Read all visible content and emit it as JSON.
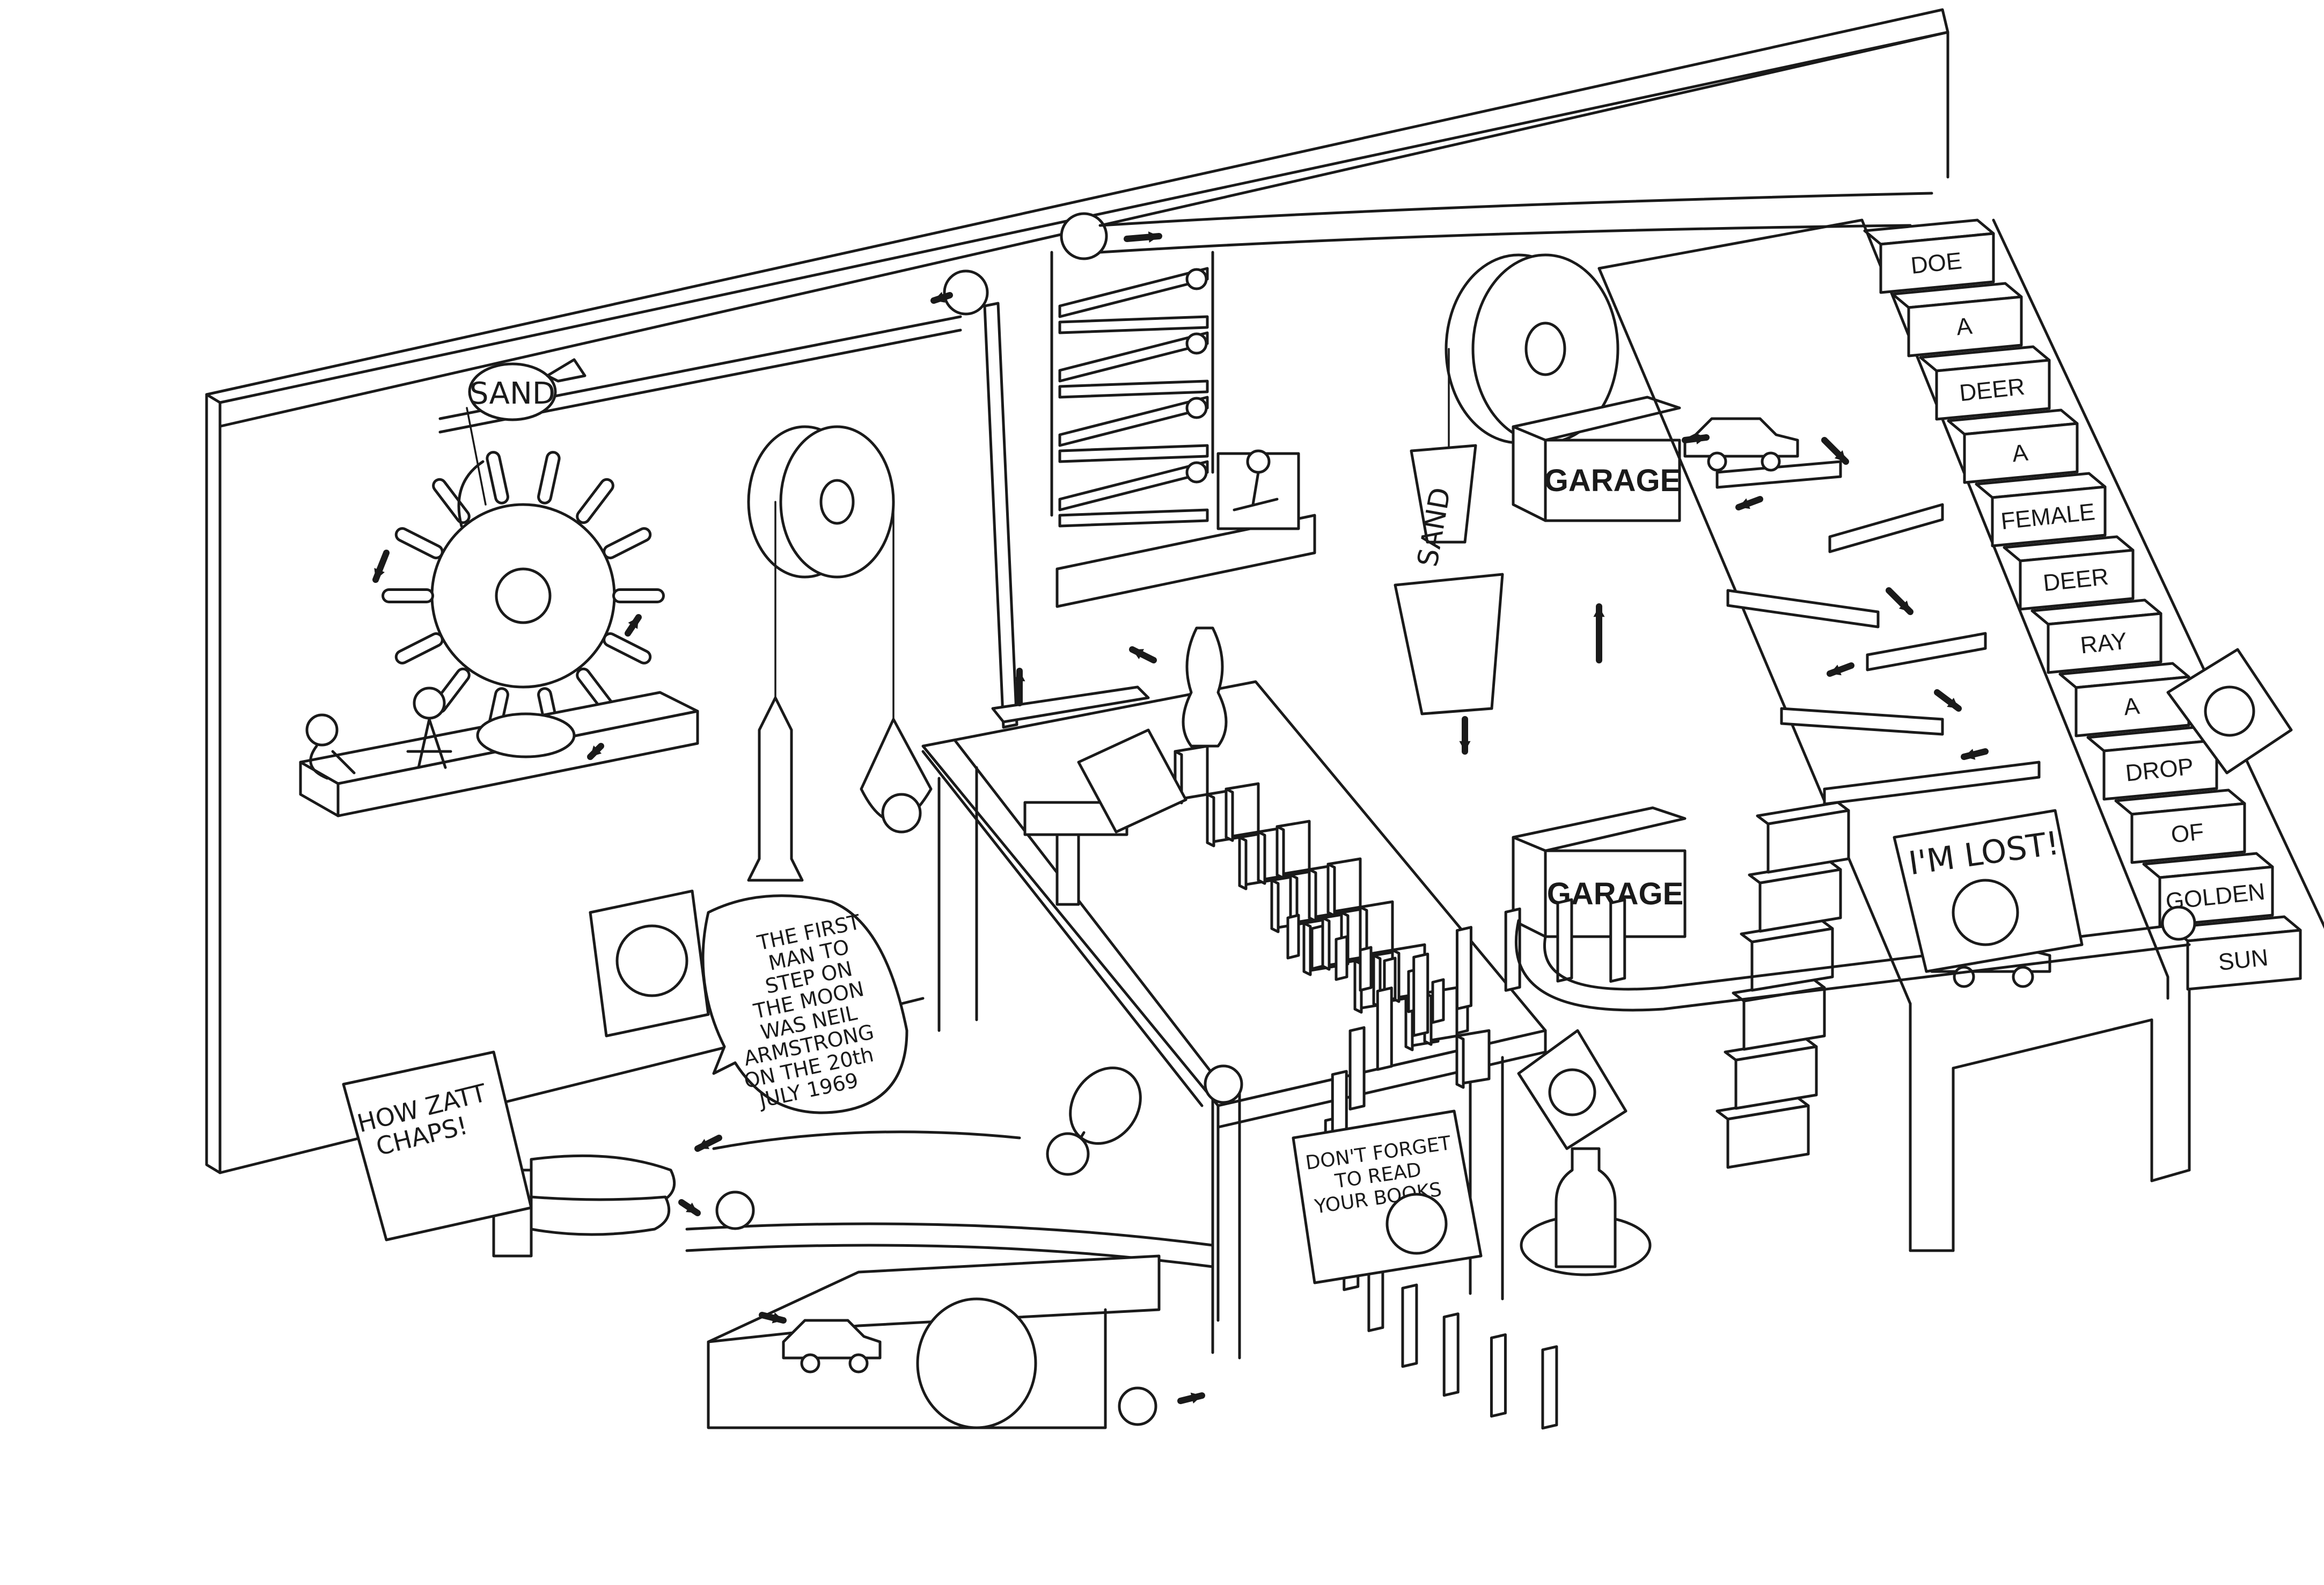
{
  "labels": {
    "sand_bag": "SAND",
    "sand_bucket": "SAND",
    "garage_top": "GARAGE",
    "garage_bottom": "GARAGE"
  },
  "stairs": [
    "DOE",
    "A",
    "DEER",
    "A",
    "FEMALE",
    "DEER",
    "RAY",
    "A",
    "DROP",
    "OF",
    "GOLDEN",
    "SUN"
  ],
  "posters": {
    "moon_lines": [
      "THE FIRST",
      "MAN TO",
      "STEP ON",
      "THE MOON",
      "WAS NEIL",
      "ARMSTRONG",
      "ON THE 20th",
      "JULY 1969"
    ],
    "chaps_lines": [
      "HOW ZATT",
      "CHAPS!"
    ],
    "books_lines": [
      "DON'T FORGET",
      "TO READ",
      "YOUR BOOKS"
    ],
    "lost": "I'M LOST!"
  },
  "colors": {
    "ink": "#1a1a1a",
    "paper": "#ffffff"
  }
}
